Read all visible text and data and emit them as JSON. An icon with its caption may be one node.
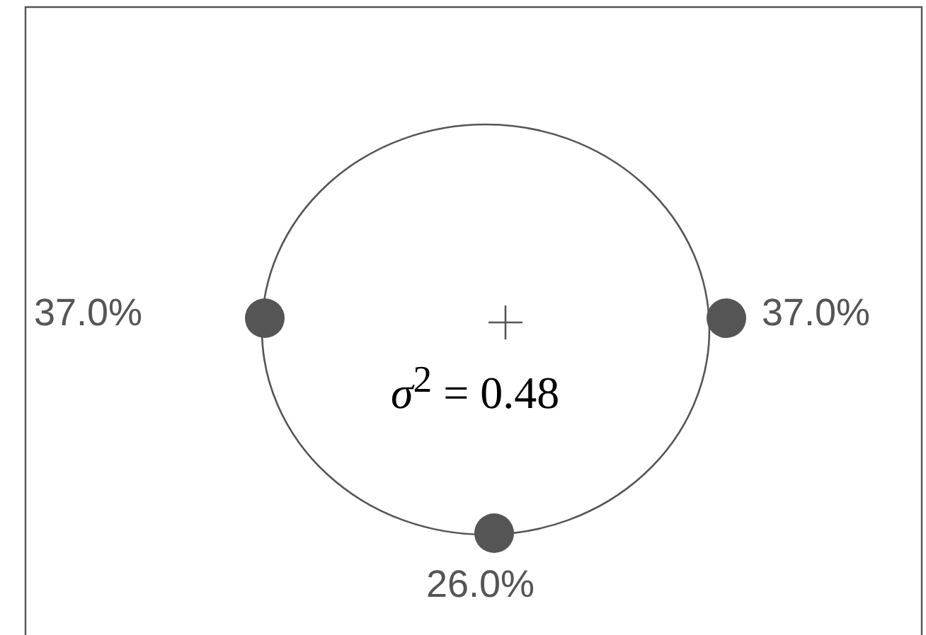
{
  "diagram": {
    "labels": [
      "37.0%",
      "37.0%",
      "*σ*$^{2}$ = 0.48",
      "26.0%"
    ]
  }
}
